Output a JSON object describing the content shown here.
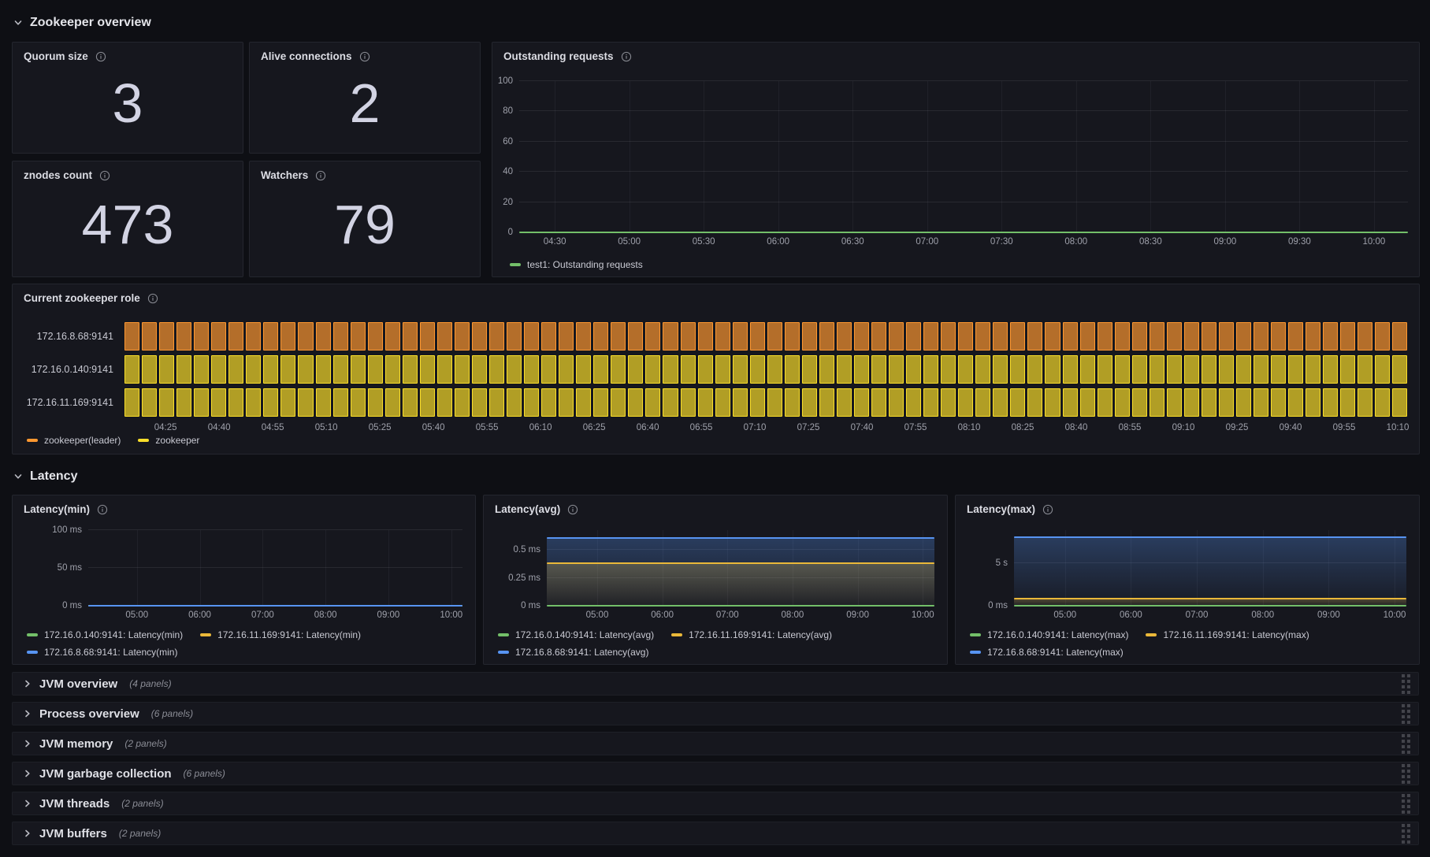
{
  "sections": {
    "overview": {
      "title": "Zookeeper overview"
    },
    "latency": {
      "title": "Latency"
    }
  },
  "stats": [
    {
      "title": "Quorum size",
      "value": "3"
    },
    {
      "title": "Alive connections",
      "value": "2"
    },
    {
      "title": "znodes count",
      "value": "473"
    },
    {
      "title": "Watchers",
      "value": "79"
    }
  ],
  "charts": {
    "outstanding": {
      "type": "line",
      "title": "Outstanding requests",
      "ylim": [
        0,
        100
      ],
      "y_ticks": [
        {
          "label": "100",
          "value": 100
        },
        {
          "label": "80",
          "value": 80
        },
        {
          "label": "60",
          "value": 60
        },
        {
          "label": "40",
          "value": 40
        },
        {
          "label": "20",
          "value": 20
        },
        {
          "label": "0",
          "value": 0
        }
      ],
      "x_ticks": [
        "04:30",
        "05:00",
        "05:30",
        "06:00",
        "06:30",
        "07:00",
        "07:30",
        "08:00",
        "08:30",
        "09:00",
        "09:30",
        "10:00"
      ],
      "x_layout": {
        "first_pct": 4.0,
        "step_pct": 8.38
      },
      "series": [
        {
          "name": "test1: Outstanding requests",
          "color": "#73BF69",
          "value": 0,
          "fill": false
        }
      ]
    },
    "lat_min": {
      "type": "line",
      "title": "Latency(min)",
      "ylim": [
        0,
        100
      ],
      "y_ticks": [
        {
          "label": "100 ms",
          "value": 100
        },
        {
          "label": "50 ms",
          "value": 50
        },
        {
          "label": "0 ms",
          "value": 0
        }
      ],
      "x_ticks": [
        "05:00",
        "06:00",
        "07:00",
        "08:00",
        "09:00",
        "10:00"
      ],
      "x_layout": {
        "first_pct": 13.0,
        "step_pct": 16.8
      },
      "series": [
        {
          "name": "172.16.0.140:9141: Latency(min)",
          "color": "#73BF69",
          "value": 0,
          "fill": false
        },
        {
          "name": "172.16.11.169:9141: Latency(min)",
          "color": "#EAB839",
          "value": 0,
          "fill": false
        },
        {
          "name": "172.16.8.68:9141: Latency(min)",
          "color": "#5794F2",
          "value": 0,
          "fill": false
        }
      ]
    },
    "lat_avg": {
      "type": "line",
      "title": "Latency(avg)",
      "ylim": [
        0,
        0.68
      ],
      "y_ticks": [
        {
          "label": "0.5 ms",
          "value": 0.5
        },
        {
          "label": "0.25 ms",
          "value": 0.25
        },
        {
          "label": "0 ms",
          "value": 0
        }
      ],
      "x_ticks": [
        "05:00",
        "06:00",
        "07:00",
        "08:00",
        "09:00",
        "10:00"
      ],
      "x_layout": {
        "first_pct": 13.0,
        "step_pct": 16.8
      },
      "series": [
        {
          "name": "172.16.0.140:9141: Latency(avg)",
          "color": "#73BF69",
          "value": 0,
          "fill": false
        },
        {
          "name": "172.16.11.169:9141: Latency(avg)",
          "color": "#EAB839",
          "value": 0.38,
          "fill": true
        },
        {
          "name": "172.16.8.68:9141: Latency(avg)",
          "color": "#5794F2",
          "value": 0.61,
          "fill": true
        }
      ]
    },
    "lat_max": {
      "type": "line",
      "title": "Latency(max)",
      "ylim": [
        0,
        8.9
      ],
      "y_ticks": [
        {
          "label": "5 s",
          "value": 5
        },
        {
          "label": "0 ms",
          "value": 0
        }
      ],
      "x_ticks": [
        "05:00",
        "06:00",
        "07:00",
        "08:00",
        "09:00",
        "10:00"
      ],
      "x_layout": {
        "first_pct": 13.0,
        "step_pct": 16.8
      },
      "series": [
        {
          "name": "172.16.0.140:9141: Latency(max)",
          "color": "#73BF69",
          "value": 0,
          "fill": false
        },
        {
          "name": "172.16.11.169:9141: Latency(max)",
          "color": "#EAB839",
          "value": 0.85,
          "fill": true
        },
        {
          "name": "172.16.8.68:9141: Latency(max)",
          "color": "#5794F2",
          "value": 8.1,
          "fill": true
        }
      ]
    }
  },
  "role_timeline": {
    "type": "state-timeline",
    "title": "Current zookeeper role",
    "rows": [
      {
        "label": "172.16.8.68:9141",
        "state": "zookeeper(leader)",
        "color": "#FF9830"
      },
      {
        "label": "172.16.0.140:9141",
        "state": "zookeeper",
        "color": "#FADE2A"
      },
      {
        "label": "172.16.11.169:9141",
        "state": "zookeeper",
        "color": "#FADE2A"
      }
    ],
    "bars_per_row": 74,
    "x_ticks": [
      "04:25",
      "04:40",
      "04:55",
      "05:10",
      "05:25",
      "05:40",
      "05:55",
      "06:10",
      "06:25",
      "06:40",
      "06:55",
      "07:10",
      "07:25",
      "07:40",
      "07:55",
      "08:10",
      "08:25",
      "08:40",
      "08:55",
      "09:10",
      "09:25",
      "09:40",
      "09:55",
      "10:10"
    ],
    "x_layout": {
      "first_pct": 3.2,
      "step_pct": 4.174
    },
    "legend": [
      {
        "label": "zookeeper(leader)",
        "color": "#FF9830"
      },
      {
        "label": "zookeeper",
        "color": "#FADE2A"
      }
    ]
  },
  "collapsed_rows": [
    {
      "slug": "jvm-overview",
      "title": "JVM overview",
      "count": "(4 panels)"
    },
    {
      "slug": "process-overview",
      "title": "Process overview",
      "count": "(6 panels)"
    },
    {
      "slug": "jvm-memory",
      "title": "JVM memory",
      "count": "(2 panels)"
    },
    {
      "slug": "jvm-garbage-collection",
      "title": "JVM garbage collection",
      "count": "(6 panels)"
    },
    {
      "slug": "jvm-threads",
      "title": "JVM threads",
      "count": "(2 panels)"
    },
    {
      "slug": "jvm-buffers",
      "title": "JVM buffers",
      "count": "(2 panels)"
    }
  ],
  "rows_layout": {
    "top": 853,
    "pitch": 38
  }
}
